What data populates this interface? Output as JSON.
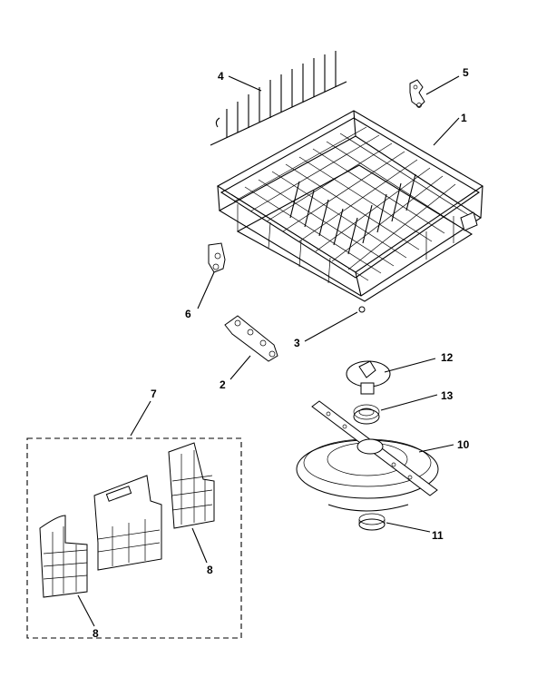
{
  "callouts": {
    "rack": "1",
    "roller_lower": "2",
    "bolt": "3",
    "tine_row": "4",
    "clip": "5",
    "roller_upper": "6",
    "basket_group": "7",
    "basket_small": "8",
    "basket_right": "8",
    "spray_arm": "10",
    "ring": "11",
    "cap": "12",
    "seal": "13"
  }
}
